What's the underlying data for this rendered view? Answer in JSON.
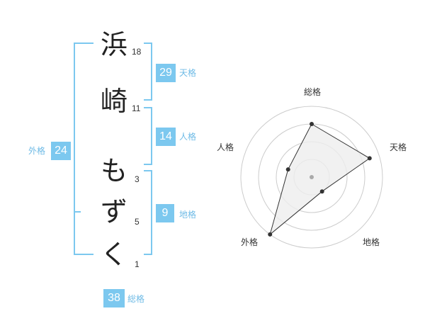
{
  "name": {
    "characters": [
      "浜",
      "崎",
      "も",
      "ず",
      "く"
    ],
    "strokes": [
      "18",
      "11",
      "3",
      "5",
      "1"
    ]
  },
  "fortune": {
    "tenkaku": {
      "value": "29",
      "label": "天格"
    },
    "jinkaku": {
      "value": "14",
      "label": "人格"
    },
    "chikaku": {
      "value": "9",
      "label": "地格"
    },
    "gaikaku": {
      "value": "24",
      "label": "外格"
    },
    "soukaku": {
      "value": "38",
      "label": "総格"
    }
  },
  "radar": {
    "axes": [
      "総格",
      "天格",
      "地格",
      "外格",
      "人格"
    ],
    "values": [
      0.75,
      0.86,
      0.25,
      1.0,
      0.35
    ],
    "levels": 4,
    "colors": {
      "ring": "#cccccc",
      "fill": "#eeeeee",
      "line": "#333333",
      "dot": "#333333",
      "center": "#aaaaaa"
    }
  }
}
